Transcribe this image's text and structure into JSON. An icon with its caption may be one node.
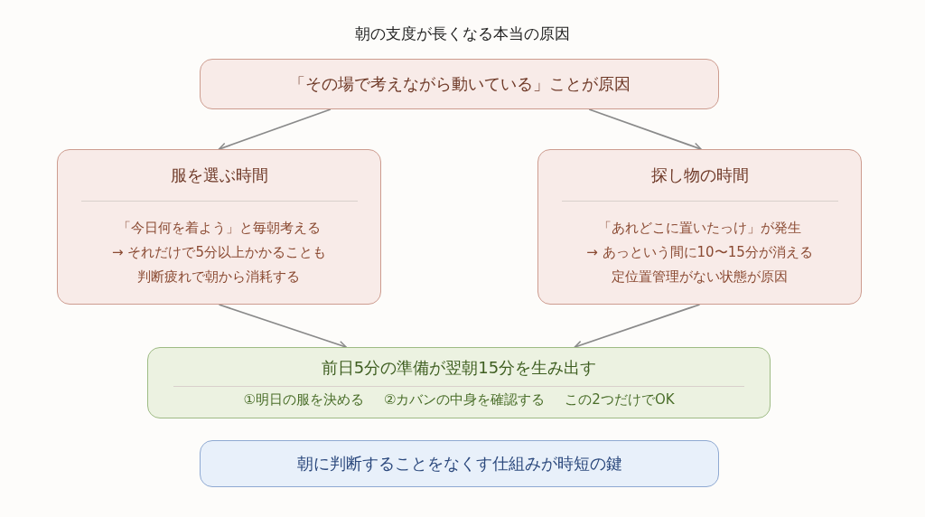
{
  "diagram": {
    "title": "朝の支度が長くなる本当の原因",
    "nodes": [
      {
        "text": [
          "「その場で考えながら動いている」ことが原因"
        ]
      },
      {
        "text": [
          "服を選ぶ時間",
          "「今日何を着よう」と毎朝考える",
          "→ それだけで5分以上かかることも",
          "判断疲れで朝から消耗する"
        ]
      },
      {
        "text": [
          "探し物の時間",
          "「あれどこに置いたっけ」が発生",
          "→ あっという間に10〜15分が消える",
          "定位置管理がない状態が原因"
        ]
      },
      {
        "text": [
          "前日5分の準備が翌朝15分を生み出す",
          "①明日の服を決める",
          "②カバンの中身を確認する",
          "この2つだけでOK"
        ]
      },
      {
        "text": [
          "朝に判断することをなくす仕組みが時短の鍵"
        ]
      }
    ],
    "edges": [
      {
        "from": 0,
        "to": 1,
        "arrow": "to"
      },
      {
        "from": 0,
        "to": 2,
        "arrow": "to"
      },
      {
        "from": 1,
        "to": 3,
        "arrow": "to"
      },
      {
        "from": 2,
        "to": 3,
        "arrow": "to"
      }
    ]
  }
}
